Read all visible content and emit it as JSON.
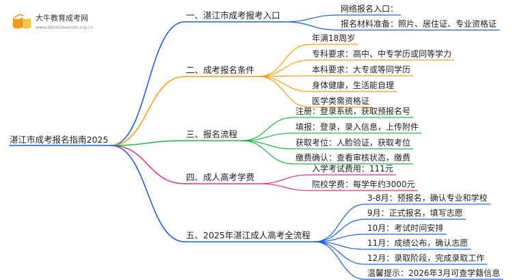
{
  "logo": {
    "name": "大牛教育成考网",
    "url": "www.daniuzeaixiao.org.cn"
  },
  "root": {
    "label": "湛江市成考报名指南2025"
  },
  "branches": [
    {
      "label": "一、湛江市成考报考入口",
      "color": "#1f5fe0",
      "children": [
        "网络报名入口：",
        "报名材料准备：照片、居住证、专业资格证"
      ]
    },
    {
      "label": "二、成考报名条件",
      "color": "#f0a21c",
      "children": [
        "年满18周岁",
        "专科要求：高中、中专学历或同等学力",
        "本科要求：大专或等同学历",
        "身体健康，生活能自理",
        "医学类需资格证"
      ]
    },
    {
      "label": "三、报名流程",
      "color": "#27b44f",
      "children": [
        "注册：登录系统，获取预报名号",
        "填报：登录，录入信息，上传附件",
        "获取考位：人脸验证，获取考位",
        "缴费确认：查看审核状态，缴费"
      ]
    },
    {
      "label": "四、成人高考学费",
      "color": "#e8327a",
      "children": [
        "入学考试费用：111元",
        "院校学费：每学年约3000元"
      ]
    },
    {
      "label": "五、2025年湛江成人高考全流程",
      "color": "#1f5fe0",
      "children": [
        "3-8月：预报名，确认专业和学校",
        "9月：正式报名，填写志愿",
        "10月：考试时间安排",
        "11月：成绩公布，确认志愿",
        "12月：录取阶段，完成录取工作",
        "温馨提示：2026年3月可查学籍信息"
      ]
    }
  ]
}
